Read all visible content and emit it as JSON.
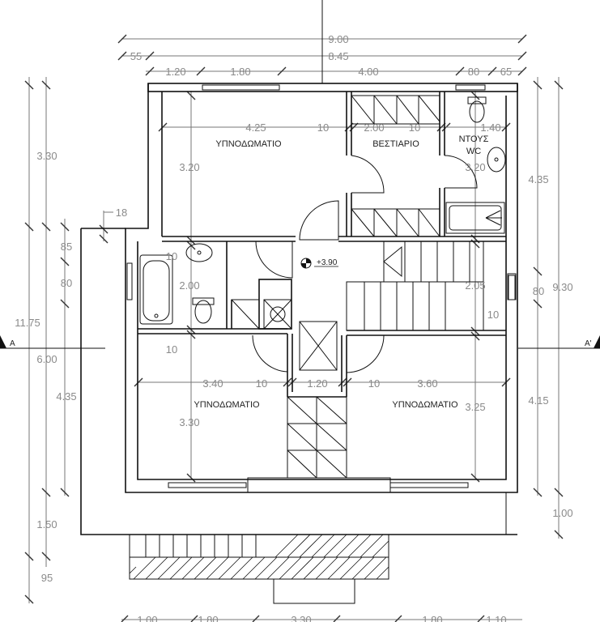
{
  "rooms": {
    "bedroom_top": "ΥΠΝΟΔΩΜΑΤΙΟ",
    "closet": "ΒΕΣΤΙΑΡΙΟ",
    "shower_wc_1": "ΝΤΟΥΣ",
    "shower_wc_2": "WC",
    "bedroom_bottom_left": "ΥΠΝΟΔΩΜΑΤΙΟ",
    "bedroom_bottom_right": "ΥΠΝΟΔΩΜΑΤΙΟ"
  },
  "level": "+3.90",
  "section_marks": {
    "left": "A",
    "right": "A'"
  },
  "dims_top": {
    "overall": "9.00",
    "row2_a": "55",
    "row2_b": "8.45",
    "row3": [
      "1.20",
      "1.80",
      "4.00",
      "80",
      "65"
    ]
  },
  "dims_left_outer": [
    "3.30",
    "11.75",
    "1.50",
    "95"
  ],
  "dims_left_inner": [
    "85",
    "80",
    "6.00",
    "4.35",
    "18"
  ],
  "dims_right_outer": [
    "9.30",
    "1.00"
  ],
  "dims_right_inner": [
    "4.35",
    "80",
    "4.15"
  ],
  "dims_interior": {
    "bedroom_top_w": "4.25",
    "bedroom_top_h": "3.20",
    "wall_10_a": "10",
    "closet_w": "2.00",
    "wall_10_b": "10",
    "wc_w": "1.40",
    "wc_h": "3.20",
    "bath_wall": "10",
    "bath_h": "2.00",
    "stair_h": "2.05",
    "stair_wall": "10",
    "left_wall_10": "10",
    "bl_w": "3.40",
    "bl_wall": "10",
    "hall_w": "1.20",
    "br_wall": "10",
    "br_w": "3.60",
    "bl_h": "3.30",
    "br_h": "3.25"
  },
  "dims_bottom": [
    "1.00",
    "1.80",
    "3.30",
    "1.80",
    "1.10"
  ]
}
